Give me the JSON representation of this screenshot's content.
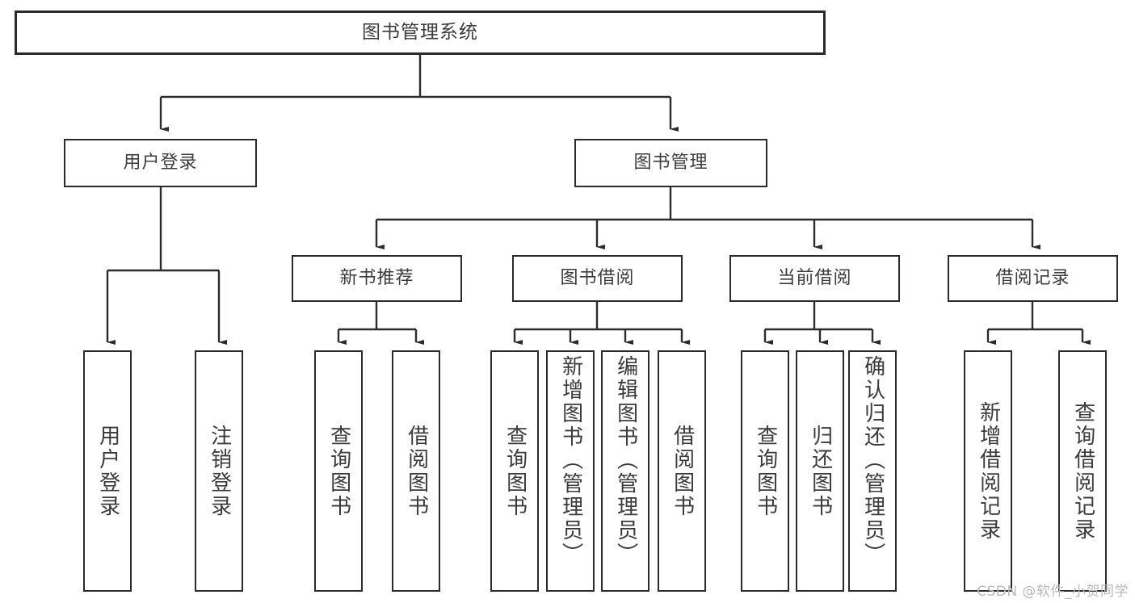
{
  "diagram": {
    "type": "tree-hierarchy",
    "title": "图书管理系统",
    "root": {
      "label": "图书管理系统"
    },
    "level2": [
      {
        "label": "用户登录"
      },
      {
        "label": "图书管理"
      }
    ],
    "level3": [
      {
        "label": "新书推荐"
      },
      {
        "label": "图书借阅"
      },
      {
        "label": "当前借阅"
      },
      {
        "label": "借阅记录"
      }
    ],
    "leaves": [
      {
        "label": "用户登录",
        "parent": "用户登录"
      },
      {
        "label": "注销登录",
        "parent": "用户登录"
      },
      {
        "label": "查询图书",
        "parent": "新书推荐"
      },
      {
        "label": "借阅图书",
        "parent": "新书推荐"
      },
      {
        "label": "查询图书",
        "parent": "图书借阅"
      },
      {
        "label": "新增图书（管理员）",
        "parent": "图书借阅"
      },
      {
        "label": "编辑图书（管理员）",
        "parent": "图书借阅"
      },
      {
        "label": "借阅图书",
        "parent": "图书借阅"
      },
      {
        "label": "查询图书",
        "parent": "当前借阅"
      },
      {
        "label": "归还图书",
        "parent": "当前借阅"
      },
      {
        "label": "确认归还（管理员）",
        "parent": "当前借阅"
      },
      {
        "label": "新增借阅记录",
        "parent": "借阅记录"
      },
      {
        "label": "查询借阅记录",
        "parent": "借阅记录"
      }
    ],
    "colors": {
      "stroke": "#2b2b2b",
      "fill": "#ffffff",
      "text": "#3b3b3b",
      "watermark": "#b9b9b9"
    }
  },
  "watermark": {
    "text": "CSDN @软件_小贺同学"
  }
}
